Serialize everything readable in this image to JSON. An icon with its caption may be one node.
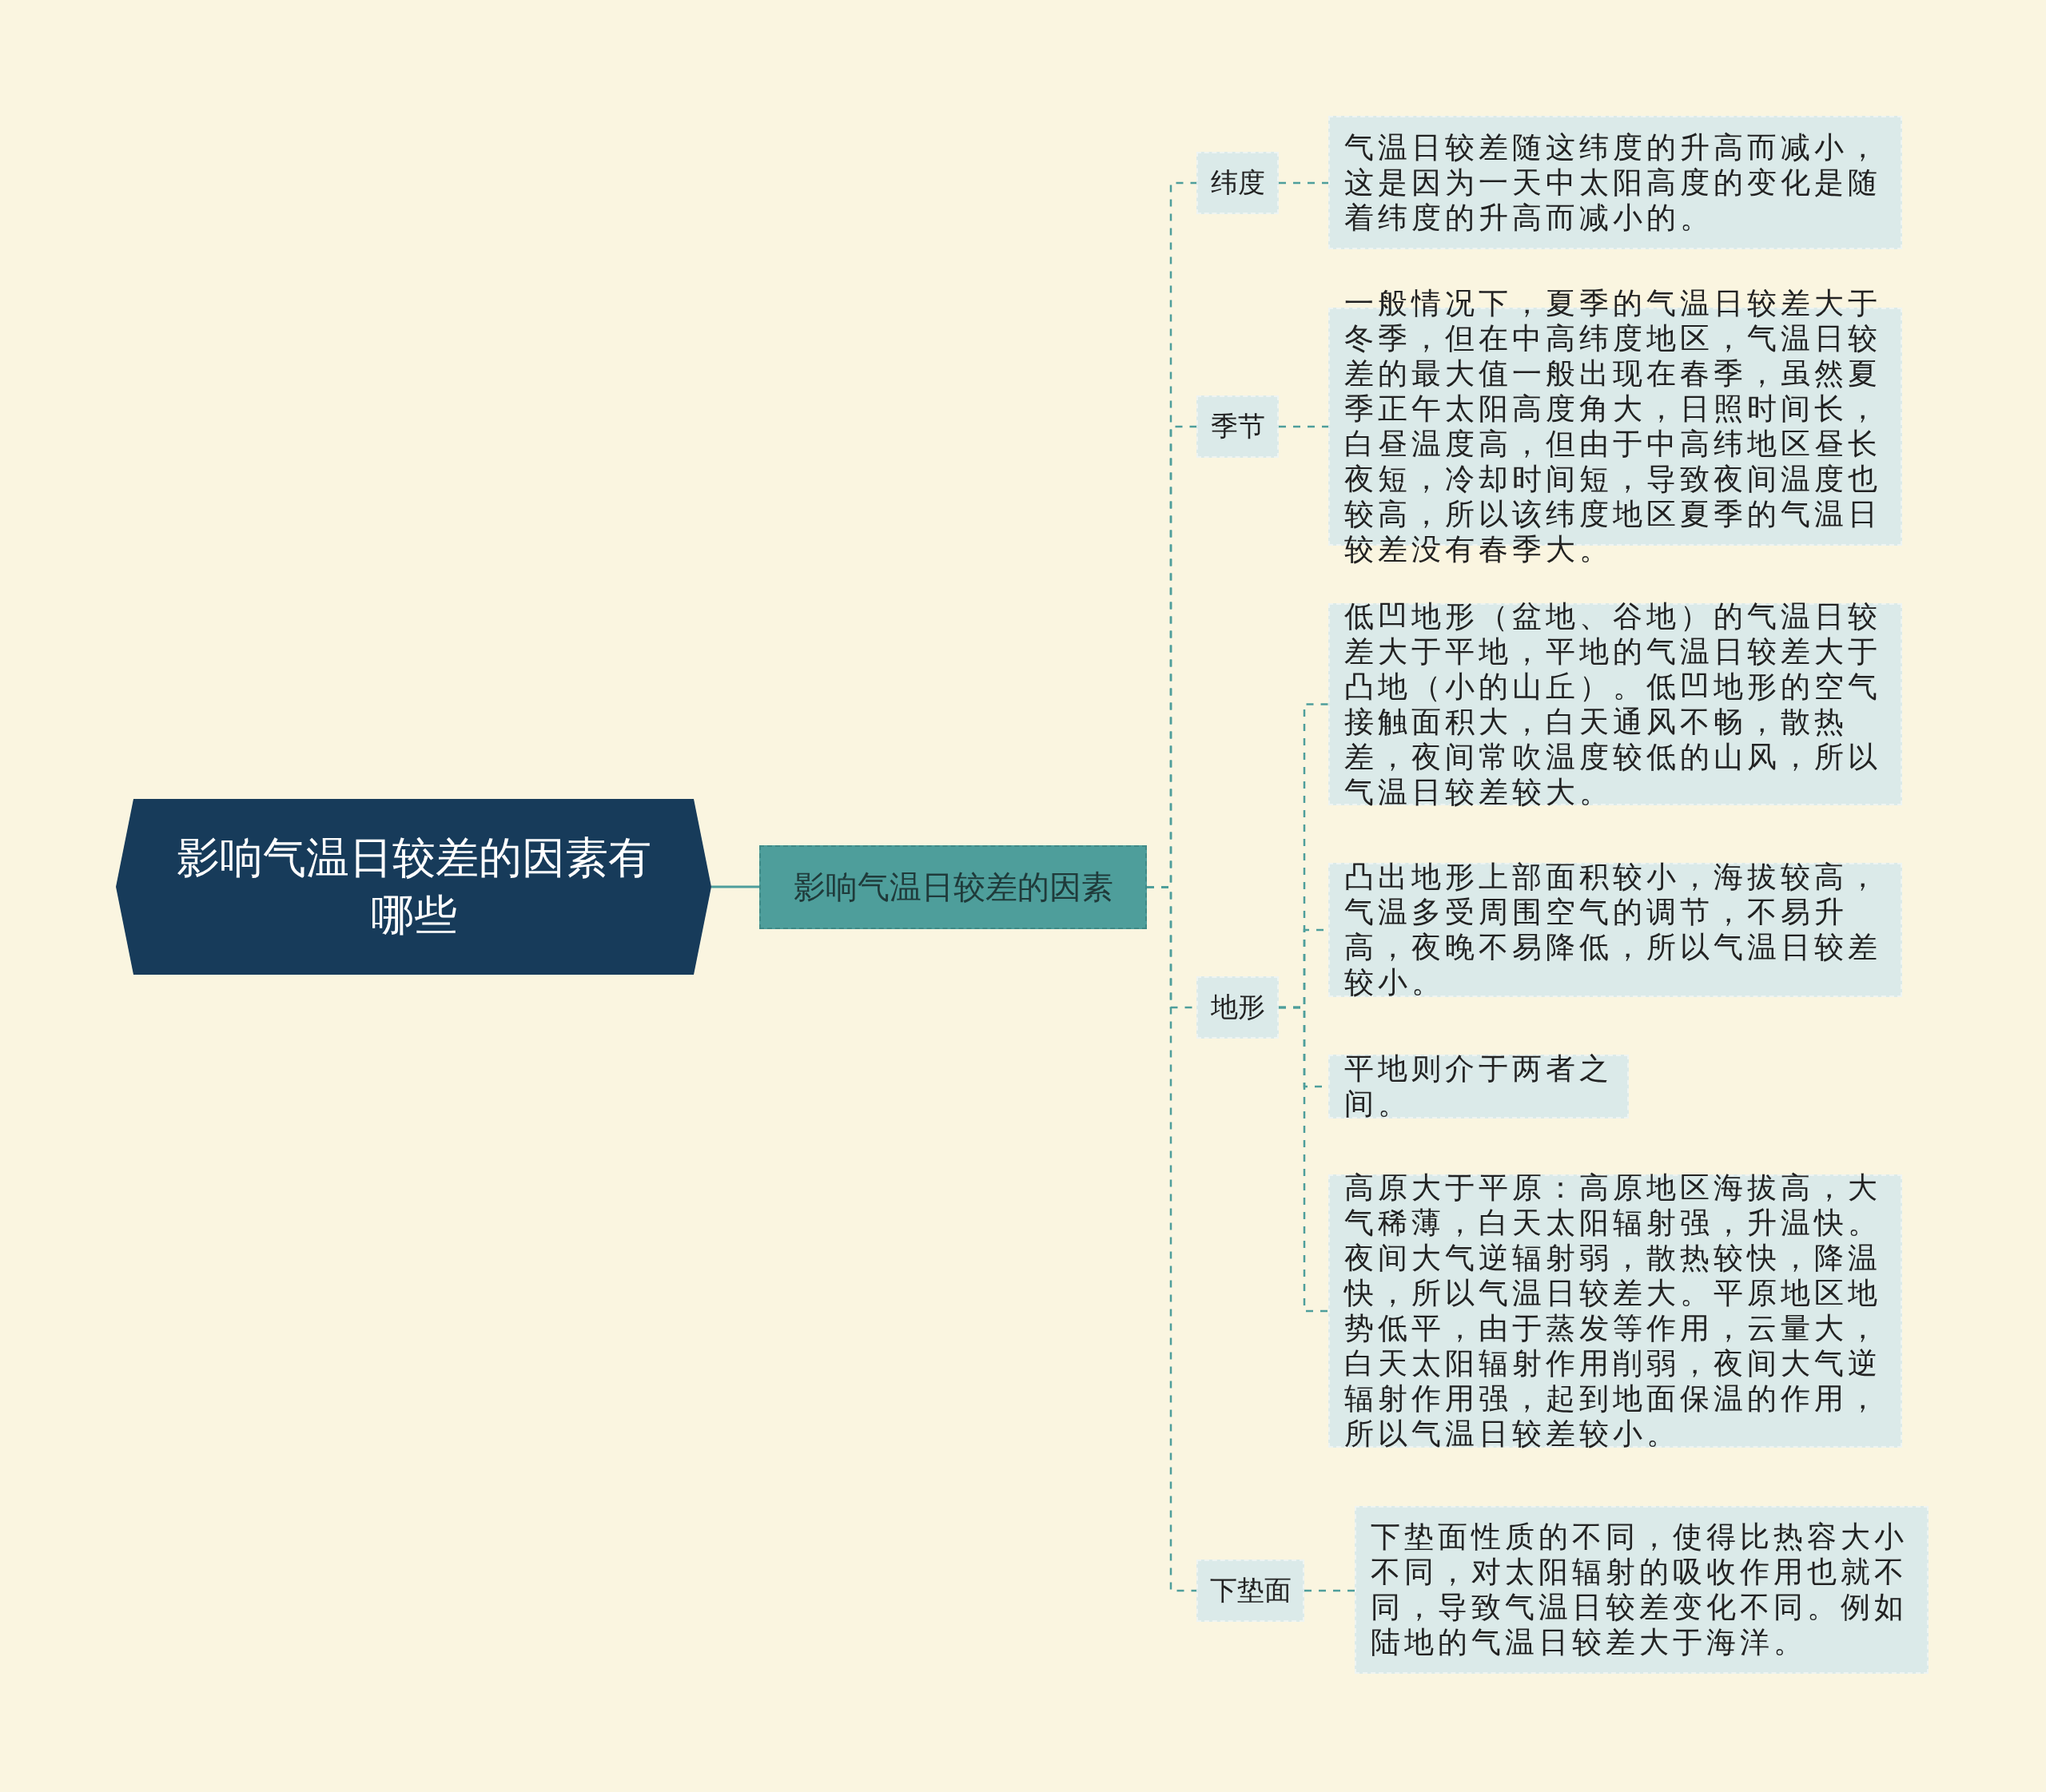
{
  "diagram": {
    "nodes": [
      {
        "text": [
          "影响气温日较差的因素有哪些"
        ]
      },
      {
        "text": [
          "影响气温日较差的因素"
        ]
      },
      {
        "text": [
          "纬度"
        ]
      },
      {
        "text": [
          "气温日较差随这纬度的升高而减小，这是因为一天中太阳高度的变化是随着纬度的升高而减小的。"
        ]
      },
      {
        "text": [
          "季节"
        ]
      },
      {
        "text": [
          "一般情况下，夏季的气温日较差大于冬季，但在中高纬度地区，气温日较差的最大值一般出现在春季，虽然夏季正午太阳高度角大，日照时间长，白昼温度高，但由于中高纬地区昼长夜短，冷却时间短，导致夜间温度也较高，所以该纬度地区夏季的气温日较差没有春季大。"
        ]
      },
      {
        "text": [
          "地形"
        ]
      },
      {
        "text": [
          "低凹地形（盆地、谷地）的气温日较差大于平地，平地的气温日较差大于凸地（小的山丘）。低凹地形的空气接触面积大，白天通风不畅，散热差，夜间常吹温度较低的山风，所以气温日较差较大。"
        ]
      },
      {
        "text": [
          "凸出地形上部面积较小，海拔较高，气温多受周围空气的调节，不易升高，夜晚不易降低，所以气温日较差较小。"
        ]
      },
      {
        "text": [
          "平地则介于两者之间。"
        ]
      },
      {
        "text": [
          "高原大于平原：高原地区海拔高，大气稀薄，白天太阳辐射强，升温快。夜间大气逆辐射弱，散热较快，降温快，所以气温日较差大。平原地区地势低平，由于蒸发等作用，云量大，白天太阳辐射作用削弱，夜间大气逆辐射作用强，起到地面保温的作用，所以气温日较差较小。"
        ]
      },
      {
        "text": [
          "下垫面"
        ]
      },
      {
        "text": [
          "下垫面性质的不同，使得比热容大小不同，对太阳辐射的吸收作用也就不同，导致气温日较差变化不同。例如陆地的气温日较差大于海洋。"
        ]
      }
    ],
    "edges": [
      {
        "from": 0,
        "to": 1,
        "arrow": "none"
      },
      {
        "from": 1,
        "to": 2,
        "arrow": "none",
        "style": "dashed"
      },
      {
        "from": 1,
        "to": 4,
        "arrow": "none",
        "style": "dashed"
      },
      {
        "from": 1,
        "to": 6,
        "arrow": "none",
        "style": "dashed"
      },
      {
        "from": 1,
        "to": 11,
        "arrow": "none",
        "style": "dashed"
      },
      {
        "from": 2,
        "to": 3,
        "arrow": "none",
        "style": "dashed"
      },
      {
        "from": 4,
        "to": 5,
        "arrow": "none",
        "style": "dashed"
      },
      {
        "from": 6,
        "to": 7,
        "arrow": "none",
        "style": "dashed"
      },
      {
        "from": 6,
        "to": 8,
        "arrow": "none",
        "style": "dashed"
      },
      {
        "from": 6,
        "to": 9,
        "arrow": "none",
        "style": "dashed"
      },
      {
        "from": 6,
        "to": 10,
        "arrow": "none",
        "style": "dashed"
      },
      {
        "from": 11,
        "to": 12,
        "arrow": "none",
        "style": "dashed"
      }
    ]
  }
}
